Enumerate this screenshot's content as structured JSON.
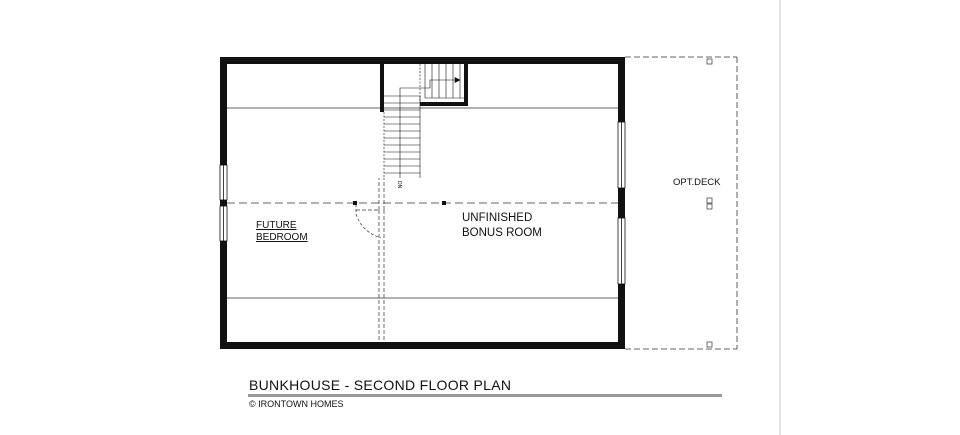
{
  "rooms": {
    "bonus_line1": "UNFINISHED",
    "bonus_line2": "BONUS ROOM",
    "bedroom_line1": "FUTURE",
    "bedroom_line2": "BEDROOM",
    "deck": "OPT.DECK"
  },
  "stair": {
    "direction": "DN"
  },
  "title_block": {
    "title": "BUNKHOUSE - SECOND FLOOR PLAN",
    "copyright": "© IRONTOWN HOMES"
  }
}
